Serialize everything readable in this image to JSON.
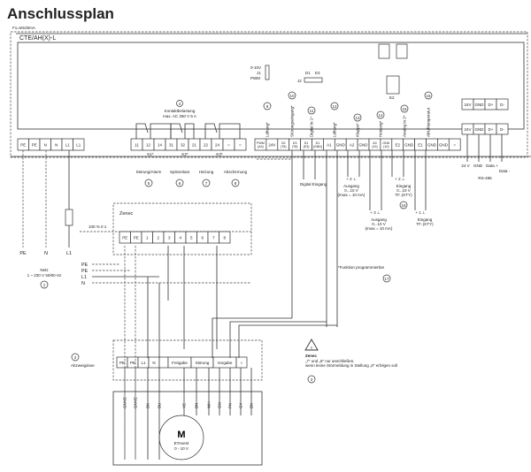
{
  "title": "Anschlussplan",
  "fuse_label": "F1=M100mA",
  "device_label": "CTE/AH(X)-L",
  "jumper_j1": {
    "top": "0-10V",
    "name": "J1",
    "bottom": "PWM"
  },
  "jumper_j2": {
    "name": "J2",
    "left": "D1",
    "right": "E3"
  },
  "jumper_e2": "E2",
  "relay_header": {
    "number": "4",
    "line1": "Kontaktbelastung",
    "line2": "max. AC 250 V 5 A"
  },
  "power_terminals": [
    "PE",
    "PE",
    "N",
    "N",
    "L1",
    "L1"
  ],
  "relay_terminals": [
    "11",
    "12",
    "14",
    "31",
    "32",
    "21",
    "22",
    "24",
    "○",
    "○"
  ],
  "relay_names": [
    "K1*",
    "K2*",
    "K3*"
  ],
  "io_terminals": [
    "PWM (A4)",
    "24V",
    "D2 (T8)",
    "D3 (T8)",
    "D1 (E3)",
    "D1 (GND)",
    "A1",
    "GND",
    "A2",
    "GND",
    "A3 (10)",
    "GND (10)",
    "E2",
    "GND",
    "E1",
    "GND",
    "GND",
    "○"
  ],
  "io_functions": [
    {
      "number": "9",
      "label": "Lüftung*"
    },
    {
      "number": "10",
      "label": "Störungseingang*"
    },
    {
      "number": "11",
      "label": "Digital In 1*"
    },
    {
      "number": "12",
      "label": "Lüftung*"
    },
    {
      "number": "13",
      "label": "Klappe*"
    },
    {
      "number": "14",
      "label": "Heizung*"
    },
    {
      "number": "15",
      "label": "Analog In 2*"
    },
    {
      "number": "16",
      "label": "Ablufttemperatur"
    }
  ],
  "bus_terminals": [
    "24V",
    "GND",
    "D+",
    "D-"
  ],
  "bus_labels": [
    "24 V",
    "GND",
    "Data +",
    "Data -"
  ],
  "bus_name": "RS-485",
  "relay_functions": [
    {
      "number": "5",
      "label": "Störung/Alarm"
    },
    {
      "number": "6",
      "label": "Spitzenlast"
    },
    {
      "number": "7",
      "label": "Heizung"
    },
    {
      "number": "8",
      "label": "Abschirmung"
    }
  ],
  "digital_input": "Digital Eingang",
  "output1": {
    "pins": "+  2  ⊥",
    "line1": "Ausgang",
    "line2": "0...10 V",
    "line3": "(Imax = 10 mA)"
  },
  "input1": {
    "pins": "+  2  ⊥",
    "line1": "Eingang",
    "line2": "0...10 V",
    "line3": "TF..(KTY)",
    "number": "15"
  },
  "output2": {
    "pins": "+  3  ⊥",
    "line1": "Ausgang",
    "line2": "0...10 V",
    "line3": "(Imax = 10 mA)"
  },
  "input2": {
    "pins": "+  1  ⊥",
    "line1": "Eingang",
    "line2": "TF..(KTY)"
  },
  "mains": {
    "pe": "PE",
    "n": "N",
    "l1": "L1",
    "line1": "Netz",
    "line2": "1 ~ 230 V 50/60 Hz",
    "number": "1"
  },
  "zenec_box": {
    "title": "Zenec",
    "switch": "100 % 0 1",
    "terminals": [
      "PE",
      "PE",
      "1",
      "2",
      "3",
      "4",
      "5",
      "6",
      "7",
      "8"
    ]
  },
  "feed_labels": [
    "PE",
    "PE",
    "L1",
    "N"
  ],
  "junction": {
    "number": "2",
    "label": "Abzweigdose",
    "terminals": [
      "PE",
      "PE",
      "L1",
      "N",
      "",
      "Freigabe",
      "Störung",
      "Vorgabe",
      "○"
    ]
  },
  "motor": {
    "letter": "M",
    "name": "ETAvent",
    "range": "0 - 10 V",
    "wires": [
      "GNYE",
      "GNYE",
      "BK",
      "BU",
      "YE",
      "BN",
      "WH",
      "GN",
      "PK",
      "GY",
      "BK"
    ]
  },
  "footnote": {
    "text": "*Funktion programmierbar",
    "number": "17"
  },
  "warning": {
    "icon": "warning-triangle-icon",
    "title": "Zenec",
    "line1": "„7“ und „8“ nur anschließen,",
    "line2": "wenn keine Störmeldung in Stellung „0“ erfolgen soll",
    "number": "3"
  }
}
